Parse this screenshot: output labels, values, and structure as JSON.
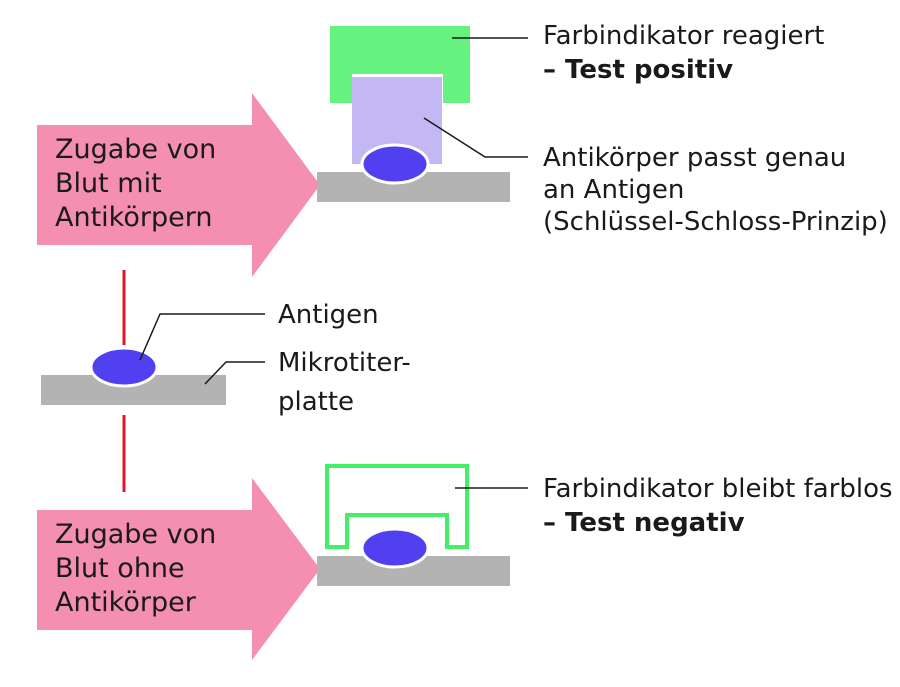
{
  "arrow_top": {
    "lines": [
      "Zugabe von",
      "Blut mit",
      "Antikörpern"
    ]
  },
  "arrow_bottom": {
    "lines": [
      "Zugabe von",
      "Blut ohne",
      "Antikörper"
    ]
  },
  "label_positive": {
    "line1": "Farbindikator reagiert",
    "line2": "– Test positiv"
  },
  "label_antibody": {
    "lines": [
      "Antikörper passt genau",
      "an Antigen",
      "(Schlüssel-Schloss-Prinzip)"
    ]
  },
  "label_antigen": "Antigen",
  "label_plate": {
    "lines": [
      "Mikrotiter-",
      "platte"
    ]
  },
  "label_negative": {
    "line1": "Farbindikator bleibt farblos",
    "line2": "– Test negativ"
  },
  "colors": {
    "arrow": "#f48fb1",
    "indicator_positive": "#66f27f",
    "indicator_negative": "#44ee66",
    "antibody": "#c3b7f4",
    "antigen": "#5040f0",
    "plate": "#b3b3b3",
    "connector": "#e0162b"
  }
}
